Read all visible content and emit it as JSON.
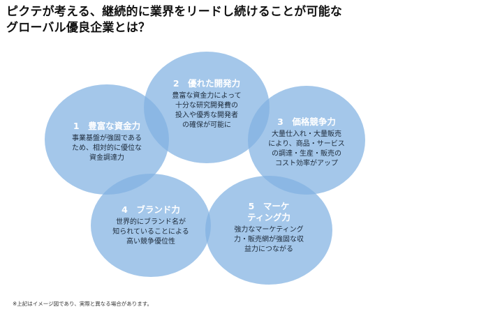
{
  "title": {
    "line1": "ピクテが考える、継続的に業界をリードし続けることが可能な",
    "line2": "グローバル優良企業とは？"
  },
  "circles": [
    {
      "heading": "1　豊富な資金力",
      "lines": [
        "事業基盤が強固である",
        "ため、相対的に優位な",
        "資金調達力"
      ]
    },
    {
      "heading": "2　優れた開発力",
      "lines": [
        "豊富な資金力によって",
        "十分な研究開発費の",
        "投入や優秀な開発者",
        "の確保が可能に"
      ]
    },
    {
      "heading": "3　価格競争力",
      "lines": [
        "大量仕入れ・大量販売",
        "により、商品・サービス",
        "の調達・生産・販売の",
        "コスト効率がアップ"
      ]
    },
    {
      "heading": "4　ブランド力",
      "lines": [
        "世界的にブランド名が",
        "知られていることによる",
        "高い競争優位性"
      ]
    },
    {
      "heading_lines": [
        "5　マーケ",
        "ティング力"
      ],
      "lines": [
        "強力なマーケティング",
        "力・販売網が強固な収",
        "益力につながる"
      ]
    }
  ],
  "footnote": "※上記はイメージ図であり、実際と異なる場合があります。",
  "colors": {
    "circle_fill": "#81b2e2",
    "heading_text": "#ffffff",
    "body_text": "#1c2a3a"
  }
}
